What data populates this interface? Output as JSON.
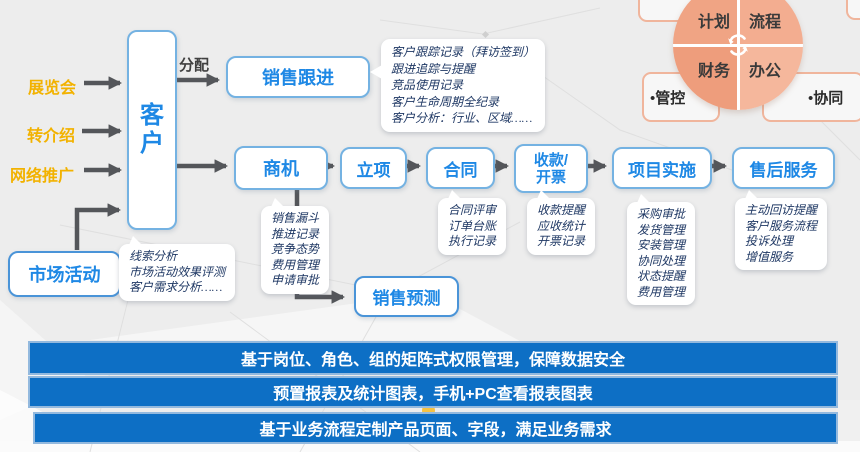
{
  "sources": {
    "items": [
      {
        "label": "展览会"
      },
      {
        "label": "转介绍"
      },
      {
        "label": "网络推广"
      }
    ]
  },
  "customer": {
    "label": "客户"
  },
  "assign": {
    "label": "分配"
  },
  "followup": {
    "label": "销售跟进",
    "notes": [
      "客户跟踪记录（拜访签到）",
      "跟进追踪与提醒",
      "竞品使用记录",
      "客户生命周期全纪录",
      "客户分析：行业、区域……"
    ]
  },
  "pipeline": {
    "stages": [
      {
        "label": "商机",
        "notes": [
          "销售漏斗",
          "推进记录",
          "竞争态势",
          "费用管理",
          "申请审批"
        ]
      },
      {
        "label": "立项",
        "notes": []
      },
      {
        "label": "合同",
        "notes": [
          "合同评审",
          "订单台账",
          "执行记录"
        ]
      },
      {
        "label": "收款/开票",
        "label_lines": [
          "收款/",
          "开票"
        ],
        "notes": [
          "收款提醒",
          "应收统计",
          "开票记录"
        ]
      },
      {
        "label": "项目实施",
        "notes": [
          "采购审批",
          "发货管理",
          "安装管理",
          "协同处理",
          "状态提醒",
          "费用管理"
        ]
      },
      {
        "label": "售后服务",
        "notes": [
          "主动回访提醒",
          "客户服务流程",
          "投诉处理",
          "增值服务"
        ]
      }
    ]
  },
  "forecast": {
    "label": "销售预测"
  },
  "marketing": {
    "label": "市场活动",
    "notes": [
      "线索分析",
      "市场活动效果评测",
      "客户需求分析……"
    ]
  },
  "wheel": {
    "quadrants": [
      {
        "label": "计划"
      },
      {
        "label": "流程"
      },
      {
        "label": "财务"
      },
      {
        "label": "办公"
      }
    ],
    "left_tag": "•管控",
    "right_tag": "•协同"
  },
  "banners": [
    {
      "text": "基于岗位、角色、组的矩阵式权限管理，保障数据安全"
    },
    {
      "text": "预置报表及统计图表，手机+PC查看报表图表"
    },
    {
      "text": "基于业务流程定制产品页面、字段，满足业务需求"
    }
  ],
  "colors": {
    "stage_border": "#74b2e2",
    "stage_text": "#1e88e5",
    "source_text": "#f2b200",
    "arrow": "#54565a",
    "note_text": "#1f3864",
    "banner_bg": "#0d6fc5",
    "banner_border": "#93b9de",
    "wheel_tl": "#f0a484",
    "wheel_tr": "#f3ad90",
    "wheel_bl": "#ee9d7c",
    "wheel_br": "#f5b79c",
    "wheel_frame_border": "#f0b59c"
  }
}
